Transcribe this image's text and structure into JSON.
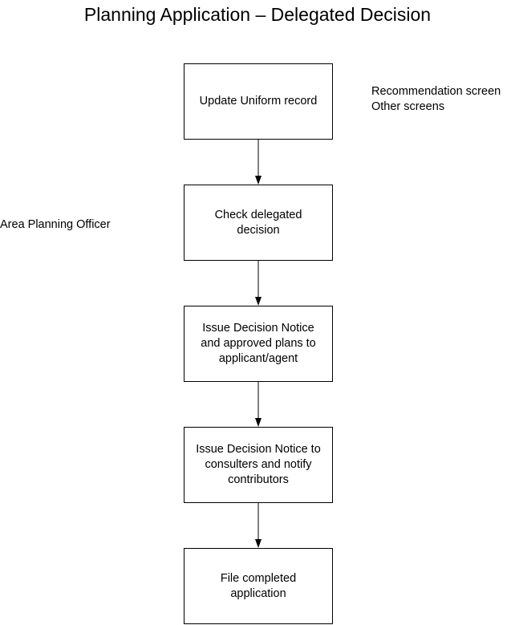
{
  "title": "Planning Application – Delegated Decision",
  "steps": [
    {
      "lines": [
        "Update Uniform record"
      ]
    },
    {
      "lines": [
        "Check delegated",
        "decision"
      ]
    },
    {
      "lines": [
        "Issue Decision Notice",
        "and approved plans to",
        "applicant/agent"
      ]
    },
    {
      "lines": [
        "Issue Decision Notice to",
        "consulters and notify",
        "contributors"
      ]
    },
    {
      "lines": [
        "File completed",
        "application"
      ]
    }
  ],
  "system_note": {
    "line1": "Recommendation screen",
    "line2": "Other screens"
  },
  "role_note": "Area Planning Officer",
  "colors": {
    "stroke": "#000000",
    "background": "#ffffff"
  }
}
